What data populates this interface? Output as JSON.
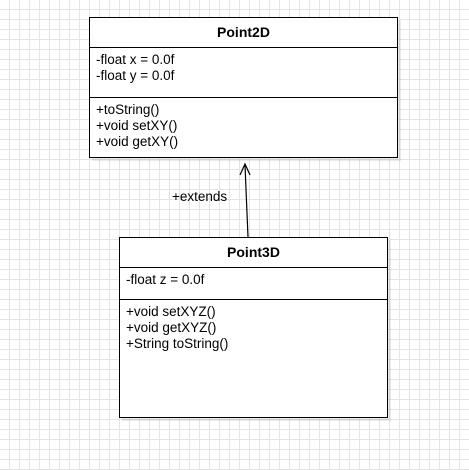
{
  "diagram": {
    "classes": [
      {
        "name": "Point2D",
        "attributes": [
          "-float x = 0.0f",
          "-float y = 0.0f"
        ],
        "operations": [
          "+toString()",
          "+void setXY()",
          "+void getXY()"
        ]
      },
      {
        "name": "Point3D",
        "attributes": [
          "-float z = 0.0f"
        ],
        "operations": [
          "+void setXYZ()",
          "+void getXYZ()",
          "+String toString()"
        ]
      }
    ],
    "relationships": [
      {
        "type": "generalization",
        "from": "Point3D",
        "to": "Point2D",
        "label": "+extends"
      }
    ]
  },
  "colors": {
    "line": "#000000",
    "grid": "#e4e4e4",
    "background": "#ffffff"
  }
}
